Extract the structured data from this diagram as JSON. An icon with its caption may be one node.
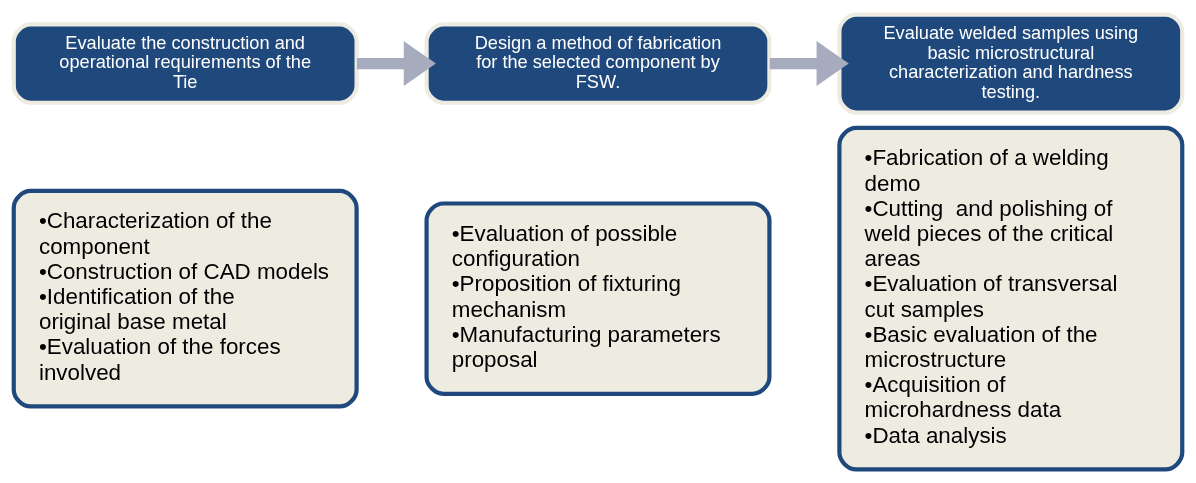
{
  "diagram": {
    "nodes": [
      {
        "text": [
          "Evaluate the construction and operational requirements of the Tie"
        ]
      },
      {
        "text": [
          "•Characterization of the component",
          "•Construction of CAD models",
          "•Identification of the original base metal",
          "•Evaluation of the forces involved"
        ]
      },
      {
        "text": [
          "Design a method of fabrication for the selected component by FSW."
        ]
      },
      {
        "text": [
          "•Evaluation of possible configuration",
          "•Proposition of fixturing mechanism",
          "•Manufacturing parameters proposal"
        ]
      },
      {
        "text": [
          "Evaluate welded samples using basic microstructural characterization and hardness testing."
        ]
      },
      {
        "text": [
          "•Fabrication of a welding demo",
          "•Cutting  and polishing of weld pieces of the critical areas",
          "•Evaluation of transversal cut samples",
          "•Basic evaluation of the microstructure",
          "•Acquisition of microhardness data",
          "•Data analysis"
        ]
      }
    ],
    "edges": [
      {
        "from": 0,
        "to": 2,
        "arrow": "to"
      },
      {
        "from": 2,
        "to": 4,
        "arrow": "to"
      }
    ]
  }
}
